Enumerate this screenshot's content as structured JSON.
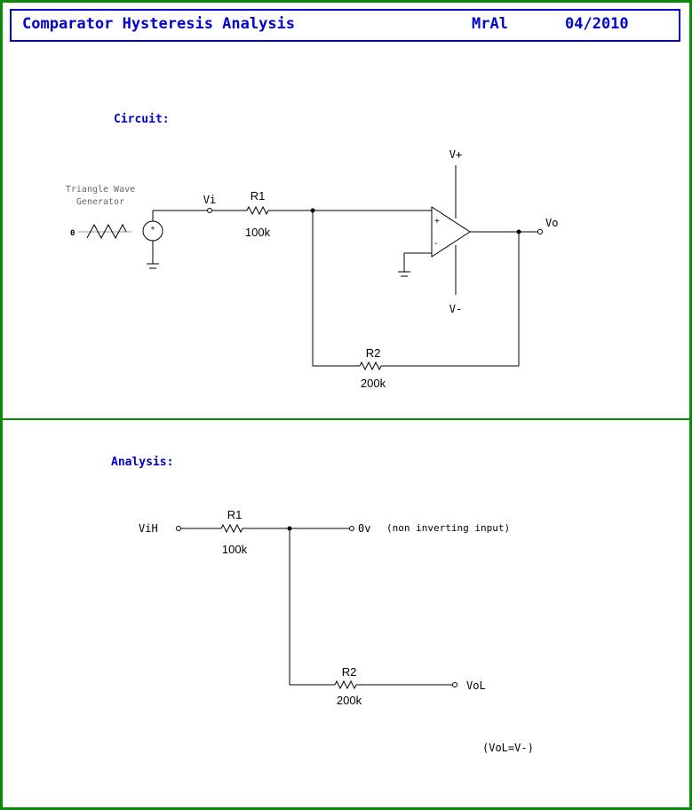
{
  "header": {
    "title": "Comparator Hysteresis Analysis",
    "author": "MrAl",
    "date": "04/2010"
  },
  "colors": {
    "border": "#0a8a0a",
    "title_blue": "#0000c8",
    "wire": "#000000"
  },
  "circuit_section": {
    "heading": "Circuit:",
    "generator_label_line1": "Triangle Wave",
    "generator_label_line2": "Generator",
    "generator_zero": "0",
    "source_plus": "+",
    "node_vi": "Vi",
    "r1_name": "R1",
    "r1_value": "100k",
    "r2_name": "R2",
    "r2_value": "200k",
    "opamp_plus": "+",
    "opamp_minus": "-",
    "supply_pos": "V+",
    "supply_neg": "V-",
    "output": "Vo"
  },
  "analysis_section": {
    "heading": "Analysis:",
    "input_label": "ViH",
    "r1_name": "R1",
    "r1_value": "100k",
    "node_label": "0v",
    "node_note": "(non inverting input)",
    "r2_name": "R2",
    "r2_value": "200k",
    "output_label": "VoL",
    "equation": "(VoL=V-)"
  }
}
